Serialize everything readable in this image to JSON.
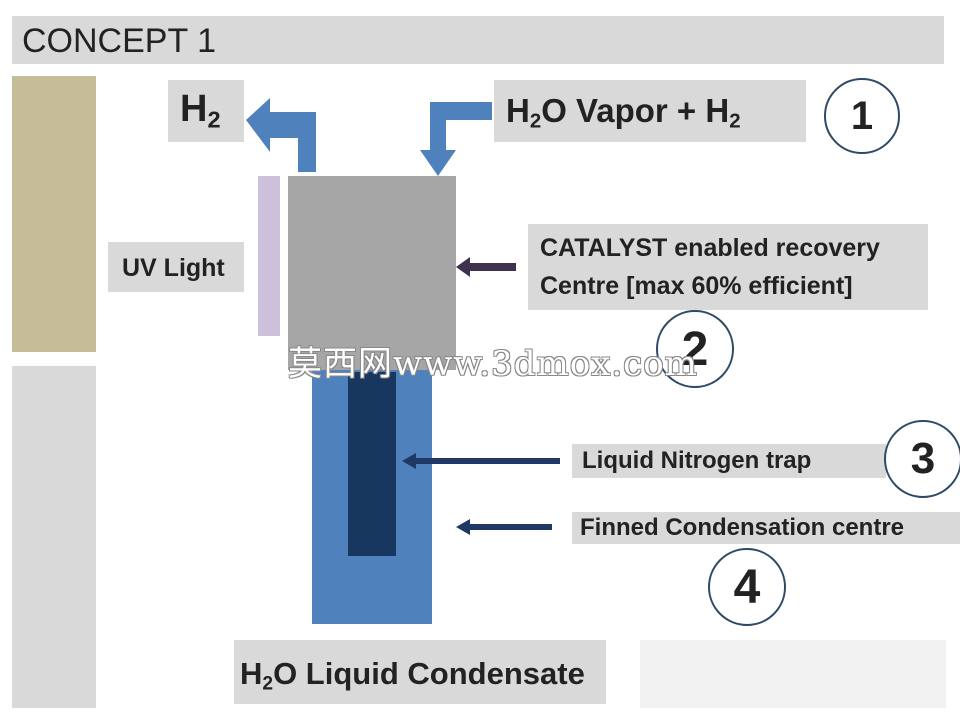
{
  "title": "CONCEPT 1",
  "labels": {
    "h2_main": "H",
    "h2_sub": "2",
    "vapor_pre": "H",
    "vapor_sub1": "2",
    "vapor_mid": "O Vapor + H",
    "vapor_sub2": "2",
    "uv": "UV Light",
    "catalyst_line1": "CATALYST enabled recovery",
    "catalyst_line2": "Centre  [max 60% efficient]",
    "nitrogen_trap": "Liquid Nitrogen trap",
    "finned": "Finned Condensation centre",
    "liquid_pre": "H",
    "liquid_sub": "2",
    "liquid_post": "O Liquid Condensate"
  },
  "steps": [
    "1",
    "2",
    "3",
    "4"
  ],
  "watermark": "莫西网www.3dmox.com",
  "colors": {
    "olive": "#c4bd97",
    "grey_box": "#d9d9d9",
    "catalyst_grey": "#a6a6a6",
    "uv_lavender": "#ccc0da",
    "tube_blue": "#4f81bd",
    "inner_navy": "#17375e",
    "pointer_navy": "#1f3864",
    "pointer_purple": "#403151"
  }
}
